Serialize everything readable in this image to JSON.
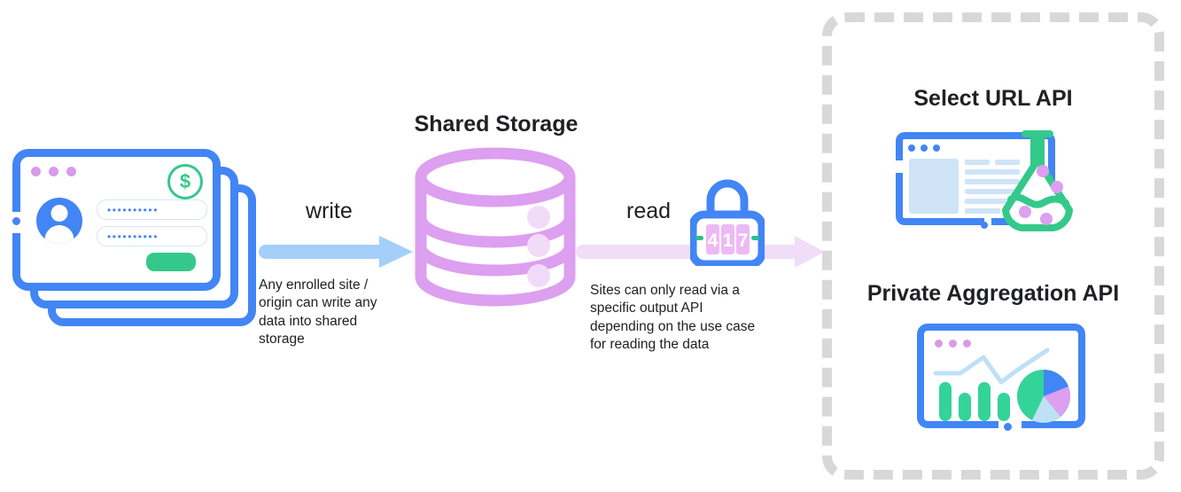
{
  "diagram": {
    "title": "Shared Storage write and read flow",
    "colors": {
      "blue": "#4285f4",
      "light_blue_arrow": "#a3cffa",
      "purple": "#dd9ff0",
      "light_purple_arrow": "#f0ddf7",
      "green": "#34c98a",
      "dashed_border_gray": "#d8d8d8",
      "text": "#202124"
    }
  },
  "source": {
    "name": "publisher-sites-stack",
    "card_dots": [
      "dot",
      "dot",
      "dot"
    ],
    "badge_icon": "dollar-sign-icon",
    "badge_symbol": "$",
    "avatar_icon": "user-avatar-icon",
    "field_1_value": "••••••••••",
    "field_2_value": "••••••••••",
    "submit_label": ""
  },
  "write_flow": {
    "label": "write",
    "caption": "Any enrolled site / origin can write any data into shared storage",
    "caption_lines": [
      "Any enrolled site /",
      "origin can write any",
      "data into shared",
      "storage"
    ],
    "arrow_icon": "right-arrow-icon"
  },
  "storage": {
    "title": "Shared Storage",
    "icon": "database-cylinder-icon",
    "layers": 3
  },
  "read_flow": {
    "label": "read",
    "caption": "Sites can only read via a specific output API depending on the use case for reading the data",
    "caption_lines": [
      "Sites can only read via a",
      "specific output API",
      "depending on the use case",
      "for reading the data"
    ],
    "arrow_icon": "right-arrow-icon",
    "lock_icon": "combination-padlock-icon",
    "lock_digits": [
      "4",
      "1",
      "7"
    ]
  },
  "output_apis": {
    "panel_name": "output-apis-panel",
    "items": [
      {
        "title": "Select URL API",
        "icon": "browser-window-with-flask-icon"
      },
      {
        "title": "Private Aggregation API",
        "icon": "browser-window-with-charts-icon"
      }
    ]
  }
}
